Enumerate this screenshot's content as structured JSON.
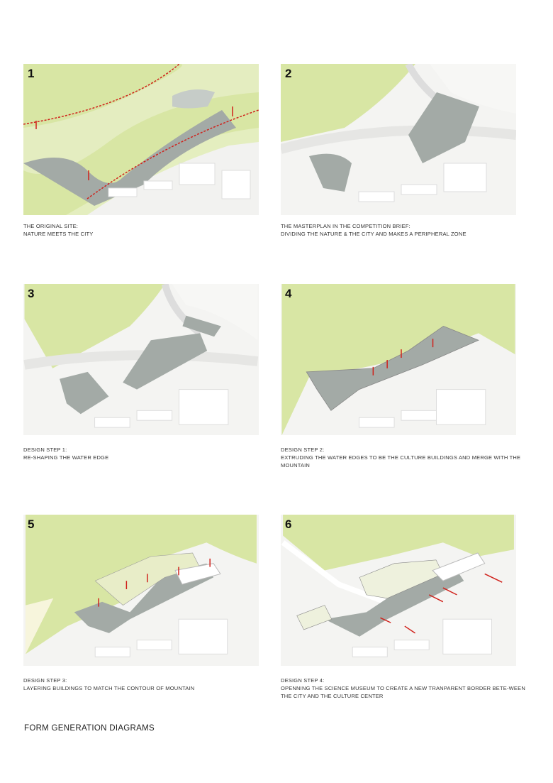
{
  "panels": [
    {
      "number": "1",
      "caption_line1": "THE ORIGINAL SITE:",
      "caption_line2": "NATURE MEETS THE CITY"
    },
    {
      "number": "2",
      "caption_line1": "THE MASTERPLAN IN THE COMPETITION BRIEF:",
      "caption_line2": "DIVIDING THE NATURE & THE CITY AND MAKES A PERIPHERAL ZONE"
    },
    {
      "number": "3",
      "caption_line1": "DESIGN STEP 1:",
      "caption_line2": "RE-SHAPING THE WATER EDGE"
    },
    {
      "number": "4",
      "caption_line1": "DESIGN STEP 2:",
      "caption_line2": "EXTRUDING THE WATER EDGES TO BE THE CULTURE BUILDINGS AND MERGE WITH THE MOUNTAIN"
    },
    {
      "number": "5",
      "caption_line1": "DESIGN STEP 3:",
      "caption_line2": "LAYERING BUILDINGS TO MATCH THE CONTOUR OF MOUNTAIN"
    },
    {
      "number": "6",
      "caption_line1": "DESIGN STEP 4:",
      "caption_line2": "OPENNING THE SCIENCE MUSEUM TO CREATE A NEW TRANPARENT BORDER BETE-WEEN THE CITY AND THE CULTURE CENTER"
    }
  ],
  "title": "FORM GENERATION DIAGRAMS",
  "colors": {
    "green": "#d8e6a4",
    "water": "#a3aaa6",
    "arrow": "#d0201a"
  }
}
